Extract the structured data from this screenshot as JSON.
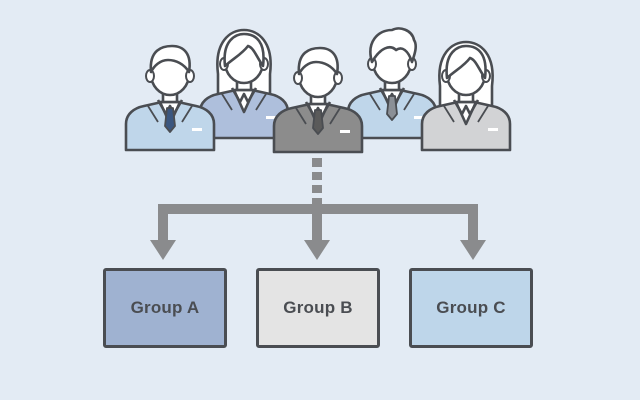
{
  "people": [
    {
      "name": "person-man-1",
      "hair": "short",
      "suit": "#bfd6ea",
      "shirt": "#ffffff",
      "tie": "#3a567f"
    },
    {
      "name": "person-woman-1",
      "hair": "long",
      "suit": "#aebfdc",
      "shirt": "#ffffff",
      "tie": ""
    },
    {
      "name": "person-leader",
      "hair": "short",
      "suit": "#8c8c8c",
      "shirt": "#ffffff",
      "tie": "#5a5a5a"
    },
    {
      "name": "person-man-2",
      "hair": "wavy",
      "suit": "#bfd6ea",
      "shirt": "#ffffff",
      "tie": "#8a8f96"
    },
    {
      "name": "person-woman-2",
      "hair": "long",
      "suit": "#d2d3d5",
      "shirt": "#ffffff",
      "tie": ""
    }
  ],
  "colors": {
    "background": "#e3ebf4",
    "outline": "#4a4d52",
    "connector": "#8a8b8d"
  },
  "groups": [
    {
      "label": "Group A",
      "fill": "#9fb2d1"
    },
    {
      "label": "Group B",
      "fill": "#e4e4e4"
    },
    {
      "label": "Group C",
      "fill": "#bed6ea"
    }
  ]
}
